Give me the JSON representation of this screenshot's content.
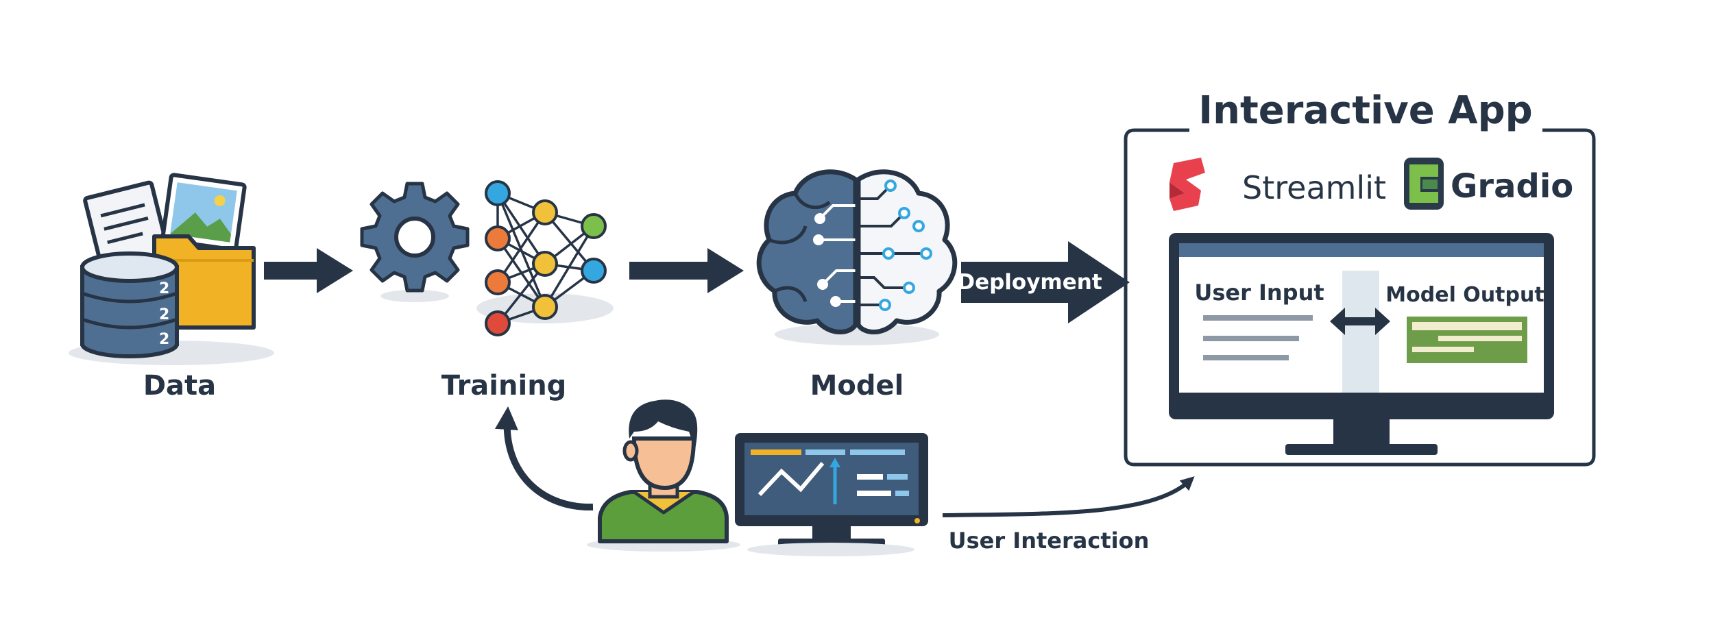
{
  "stages": {
    "data": "Data",
    "training": "Training",
    "model": "Model"
  },
  "arrows": {
    "deployment": "Deployment",
    "user_interaction": "User Interaction"
  },
  "app": {
    "title": "Interactive App",
    "streamlit": "Streamlit",
    "gradio": "Gradio",
    "user_input": "User Input",
    "model_output": "Model Output"
  },
  "colors": {
    "navy": "#263445",
    "steel_blue": "#4e6f92",
    "streamlit_red": "#e8414d",
    "gradio_green": "#4a8a4c",
    "folder_yellow": "#f2b226",
    "node_orange": "#ec7a3a",
    "node_yellow": "#f2c13a",
    "node_blue": "#34a7e0",
    "node_green": "#7cbf4b",
    "node_red": "#e04a3a",
    "shirt_green": "#5c9e3c"
  },
  "icons": [
    "database-icon",
    "document-icon",
    "image-icon",
    "folder-icon",
    "gear-icon",
    "neural-network-icon",
    "brain-circuit-icon",
    "person-icon",
    "dashboard-monitor-icon",
    "app-monitor-icon",
    "streamlit-logo",
    "gradio-logo"
  ]
}
